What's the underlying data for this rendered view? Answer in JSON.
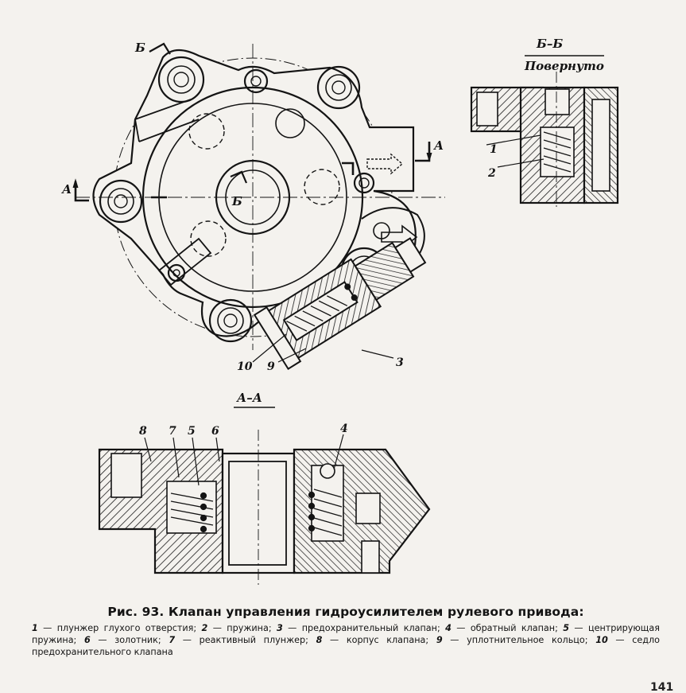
{
  "figure": {
    "section_b_title": "Б–Б",
    "section_b_subtitle": "Повернуто",
    "section_a_title": "А–А",
    "cut_marks": {
      "a_left": "А",
      "a_right": "А",
      "b_top": "Б",
      "b_center": "Б"
    },
    "callouts": {
      "n1": "1",
      "n2": "2",
      "n3": "3",
      "n4": "4",
      "n5": "5",
      "n6": "6",
      "n7": "7",
      "n8": "8",
      "n9": "9",
      "n10": "10"
    }
  },
  "caption": {
    "title": "Рис. 93. Клапан управления гидроусилителем рулевого привода:",
    "legend": [
      {
        "num": "1",
        "text": "плунжер глухого отверстия;"
      },
      {
        "num": "2",
        "text": "пружина;"
      },
      {
        "num": "3",
        "text": "предохранительный клапан;"
      },
      {
        "num": "4",
        "text": "обратный клапан;"
      },
      {
        "num": "5",
        "text": "центрирующая пружина;"
      },
      {
        "num": "6",
        "text": "золотник;"
      },
      {
        "num": "7",
        "text": "реактивный плунжер;"
      },
      {
        "num": "8",
        "text": "корпус клапана;"
      },
      {
        "num": "9",
        "text": "уплотнительное кольцо;"
      },
      {
        "num": "10",
        "text": "седло предохранительного клапана"
      }
    ]
  },
  "page_number": "141"
}
